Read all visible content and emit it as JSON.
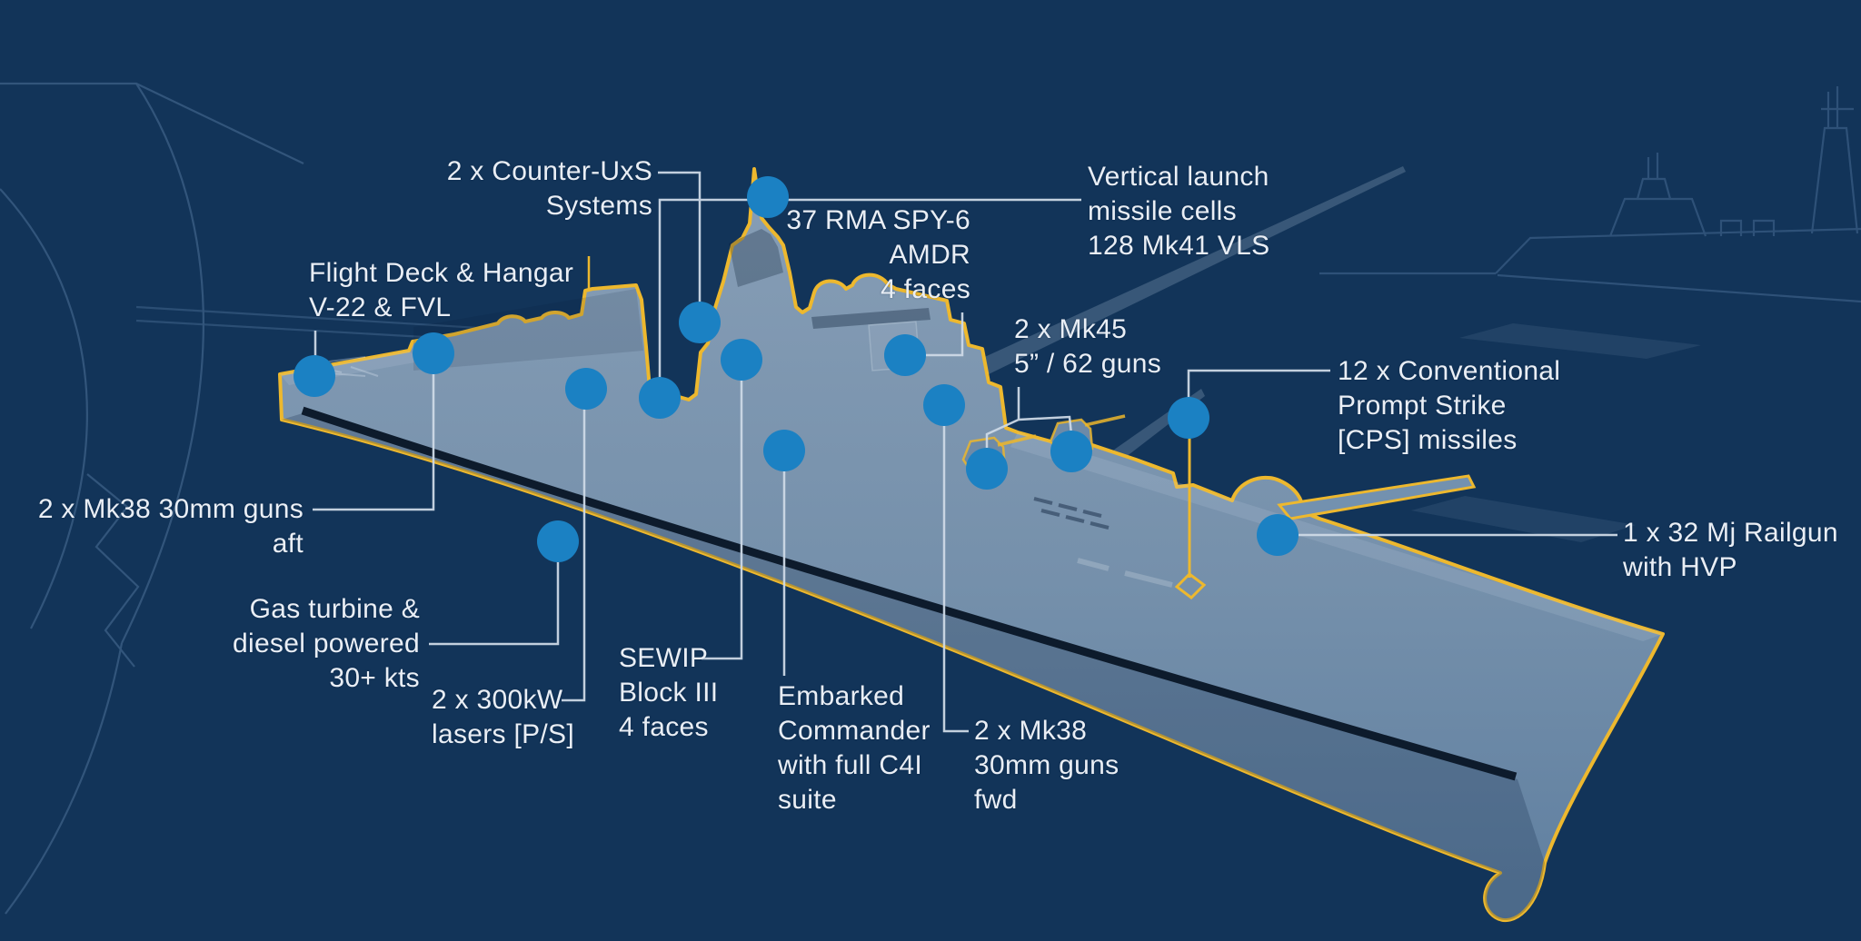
{
  "scene": {
    "background_color": "#123459",
    "ship_outline_color": "#edb82e",
    "dot_color": "#1b81c3",
    "leader_line_color": "#cdd9e6",
    "text_color": "#e9eef5"
  },
  "callouts": [
    {
      "id": "flight-deck",
      "text": "Flight Deck & Hangar\nV-22 & FVL"
    },
    {
      "id": "counter-uxs",
      "text": "2 x Counter-UxS\nSystems"
    },
    {
      "id": "vls",
      "text": "Vertical launch\nmissile cells\n128 Mk41 VLS"
    },
    {
      "id": "spy6",
      "text": "37 RMA SPY-6\nAMDR\n4 faces"
    },
    {
      "id": "mk45",
      "text": "2 x Mk45\n5” / 62 guns"
    },
    {
      "id": "cps",
      "text": "12 x Conventional\nPrompt Strike\n[CPS] missiles"
    },
    {
      "id": "railgun",
      "text": "1 x 32 Mj Railgun\nwith HVP"
    },
    {
      "id": "mk38-fwd",
      "text": "2 x Mk38\n30mm guns\nfwd"
    },
    {
      "id": "embarked-commander",
      "text": "Embarked\nCommander\nwith full C4I\nsuite"
    },
    {
      "id": "sewip",
      "text": "SEWIP\nBlock III\n4 faces"
    },
    {
      "id": "lasers",
      "text": "2 x 300kW\nlasers [P/S]"
    },
    {
      "id": "gas-turbine",
      "text": "Gas turbine &\ndiesel powered\n30+ kts"
    },
    {
      "id": "mk38-aft",
      "text": "2 x Mk38 30mm guns\naft"
    }
  ]
}
